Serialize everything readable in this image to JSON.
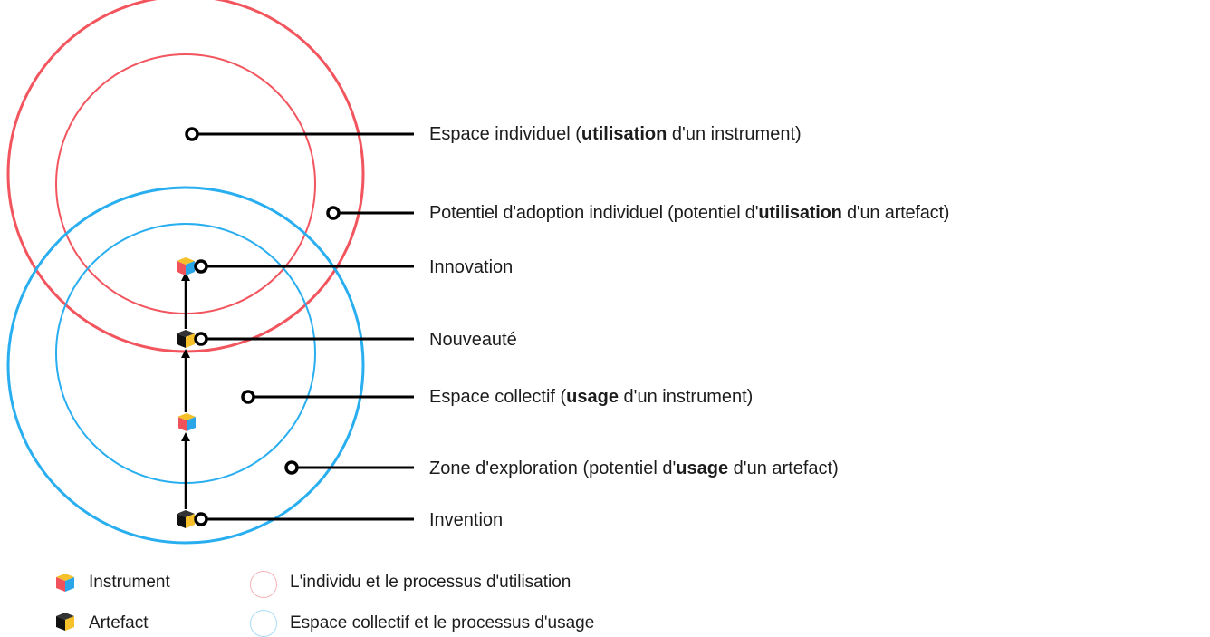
{
  "colors": {
    "individual": "#f2555e",
    "collective": "#29aef0",
    "cube_red": "#f0525b",
    "cube_blue": "#2aa6e8",
    "cube_yellow": "#f5c02a",
    "cube_dark": "#111111"
  },
  "labels": {
    "espace_individuel": {
      "pre": "Espace individuel (",
      "bold": "utilisation",
      "post": " d'un instrument)"
    },
    "potentiel_adoption": {
      "pre": "Potentiel d'adoption individuel (potentiel d'",
      "bold": "utilisation",
      "post": " d'un artefact)"
    },
    "innovation": "Innovation",
    "nouveaute": "Nouveauté",
    "espace_collectif": {
      "pre": "Espace collectif (",
      "bold": "usage",
      "post": " d'un instrument)"
    },
    "zone_exploration": {
      "pre": "Zone d'exploration (potentiel d'",
      "bold": "usage",
      "post": " d'un artefact)"
    },
    "invention": "Invention"
  },
  "legend": {
    "instrument": "Instrument",
    "artefact": "Artefact",
    "individu": "L'individu et le processus d'utilisation",
    "collectif": "Espace collectif et le processus d'usage"
  },
  "icons": {
    "instrument": "instrument-cube-icon",
    "artefact": "artefact-cube-icon"
  }
}
